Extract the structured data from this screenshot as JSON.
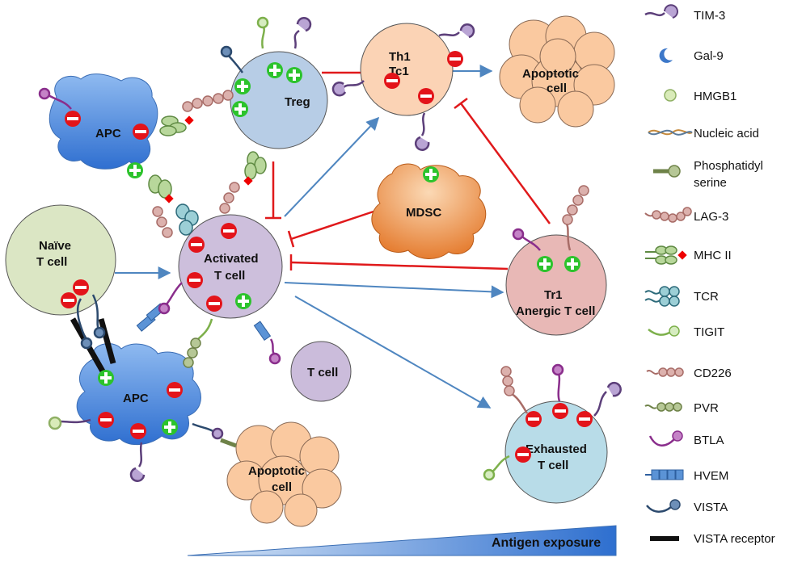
{
  "nodes": {
    "apc_top": "APC",
    "apc_bottom": "APC",
    "treg": "Treg",
    "th1": "Th1",
    "tc1": "Tc1",
    "apoptotic_top_1": "Apoptotic",
    "apoptotic_top_2": "cell",
    "mdsc": "MDSC",
    "naive_1": "Naïve",
    "naive_2": "T cell",
    "activated_1": "Activated",
    "activated_2": "T cell",
    "tr1_1": "Tr1",
    "tr1_2": "Anergic T cell",
    "t_cell": "T cell",
    "exhausted_1": "Exhausted",
    "exhausted_2": "T cell",
    "apoptotic_bottom_1": "Apoptotic",
    "apoptotic_bottom_2": "cell"
  },
  "signs": {
    "plus": "+",
    "minus": "−"
  },
  "gradient": {
    "label": "Antigen exposure"
  },
  "legend": [
    {
      "key": "tim3",
      "label": "TIM-3"
    },
    {
      "key": "gal9",
      "label": "Gal-9"
    },
    {
      "key": "hmgb1",
      "label": "HMGB1"
    },
    {
      "key": "nucleic",
      "label": "Nucleic acid"
    },
    {
      "key": "phosphatidyl_1",
      "label": "Phosphatidyl"
    },
    {
      "key": "phosphatidyl_2",
      "label": "serine"
    },
    {
      "key": "lag3",
      "label": "LAG-3"
    },
    {
      "key": "mhc2",
      "label": "MHC II"
    },
    {
      "key": "tcr",
      "label": "TCR"
    },
    {
      "key": "tigit",
      "label": "TIGIT"
    },
    {
      "key": "cd226",
      "label": "CD226"
    },
    {
      "key": "pvr",
      "label": "PVR"
    },
    {
      "key": "btla",
      "label": "BTLA"
    },
    {
      "key": "hvem",
      "label": "HVEM"
    },
    {
      "key": "vista",
      "label": "VISTA"
    },
    {
      "key": "vista_receptor",
      "label": "VISTA receptor"
    }
  ],
  "colors": {
    "apc": "#4a8fe0",
    "treg": "#b7cde6",
    "th1": "#fbd3b5",
    "apoptotic": "#fac9a0",
    "mdsc": "#ee8a3a",
    "naive": "#dbe6c4",
    "activated": "#cdbfdc",
    "tr1": "#e8b8b6",
    "t_cell": "#cbbcdb",
    "exhausted": "#b8dce8",
    "activate_arrow": "#4f86c0",
    "inhibit_line": "#e0191b",
    "minus_sign": "#e3141a",
    "plus_sign": "#2cc32c",
    "tim3": "#5c3f7a",
    "gal9": "#3d78c9",
    "lag3": "#b57a76",
    "tigit": "#7db04b",
    "pvr": "#8fa66b",
    "btla": "#8a2e8c",
    "hvem": "#5b93d6",
    "vista": "#2c4a6e"
  }
}
